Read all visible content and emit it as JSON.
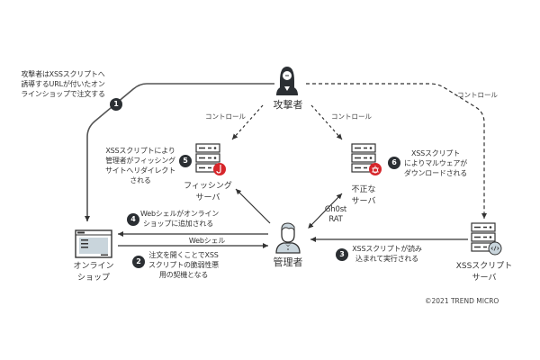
{
  "nodes": {
    "attacker": "攻撃者",
    "admin": "管理者",
    "online_shop": [
      "オンライン",
      "ショップ"
    ],
    "phishing_server": [
      "フィッシング",
      "サーバ"
    ],
    "malicious_server": [
      "不正な",
      "サーバ"
    ],
    "xss_server": [
      "XSSスクリプト",
      "サーバ"
    ]
  },
  "steps": [
    {
      "num": "1",
      "text": [
        "攻撃者はXSSスクリプトへ",
        "誘導するURLが付いたオン",
        "ラインショップで注文する"
      ]
    },
    {
      "num": "2",
      "text": [
        "注文を開くことでXSS",
        "スクリプトの脆弱性悪",
        "用の契機となる"
      ]
    },
    {
      "num": "3",
      "text": [
        "XSSスクリプトが読み",
        "込まれて実行される"
      ]
    },
    {
      "num": "4",
      "text": [
        "Webシェルがオンライン",
        "ショップに追加される"
      ]
    },
    {
      "num": "5",
      "text": [
        "XSSスクリプトにより",
        "管理者がフィッシング",
        "サイトへリダイレクト",
        "される"
      ]
    },
    {
      "num": "6",
      "text": [
        "XSSスクリプト",
        "によりマルウェアが",
        "ダウンロードされる"
      ]
    }
  ],
  "edge_labels": {
    "control_left": "コントロール",
    "control_mid": "コントロール",
    "control_right": "コントロール",
    "webshell": "Webシェル",
    "ghost_rat": [
      "Gh0st",
      "RAT"
    ]
  },
  "colors": {
    "ink": "#2b2f33",
    "line": "#333333",
    "fill_light": "#c9d5dc",
    "alert_red": "#d6262b"
  },
  "copyright": "©2021 TREND MICRO"
}
